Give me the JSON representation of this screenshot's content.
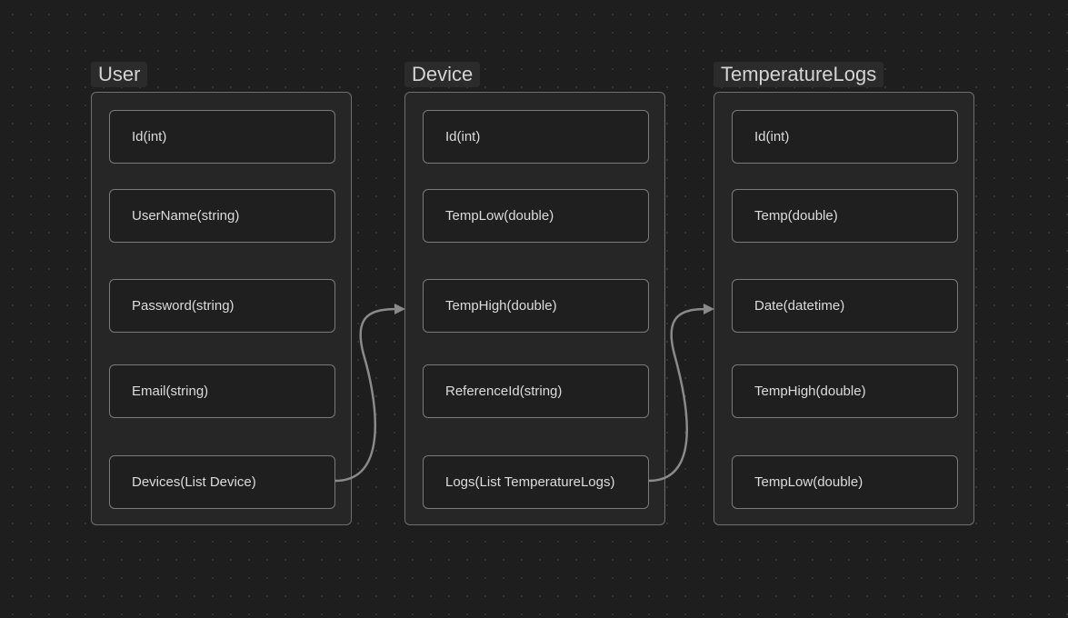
{
  "diagram": {
    "groups": [
      {
        "title": "User",
        "fields": [
          "Id(int)",
          "UserName(string)",
          "Password(string)",
          "Email(string)",
          "Devices(List Device)"
        ]
      },
      {
        "title": "Device",
        "fields": [
          "Id(int)",
          "TempLow(double)",
          "TempHigh(double)",
          "ReferenceId(string)",
          "Logs(List TemperatureLogs)"
        ]
      },
      {
        "title": "TemperatureLogs",
        "fields": [
          "Id(int)",
          "Temp(double)",
          "Date(datetime)",
          "TempHigh(double)",
          "TempLow(double)"
        ]
      }
    ],
    "edges": [
      {
        "from": "User.Devices(List Device)",
        "to": "Device"
      },
      {
        "from": "Device.Logs(List TemperatureLogs)",
        "to": "TemperatureLogs"
      }
    ],
    "colors": {
      "background": "#1e1e1e",
      "border": "#6f6f6f",
      "text": "#dcdcdc",
      "edge": "#8a8a8a"
    }
  }
}
